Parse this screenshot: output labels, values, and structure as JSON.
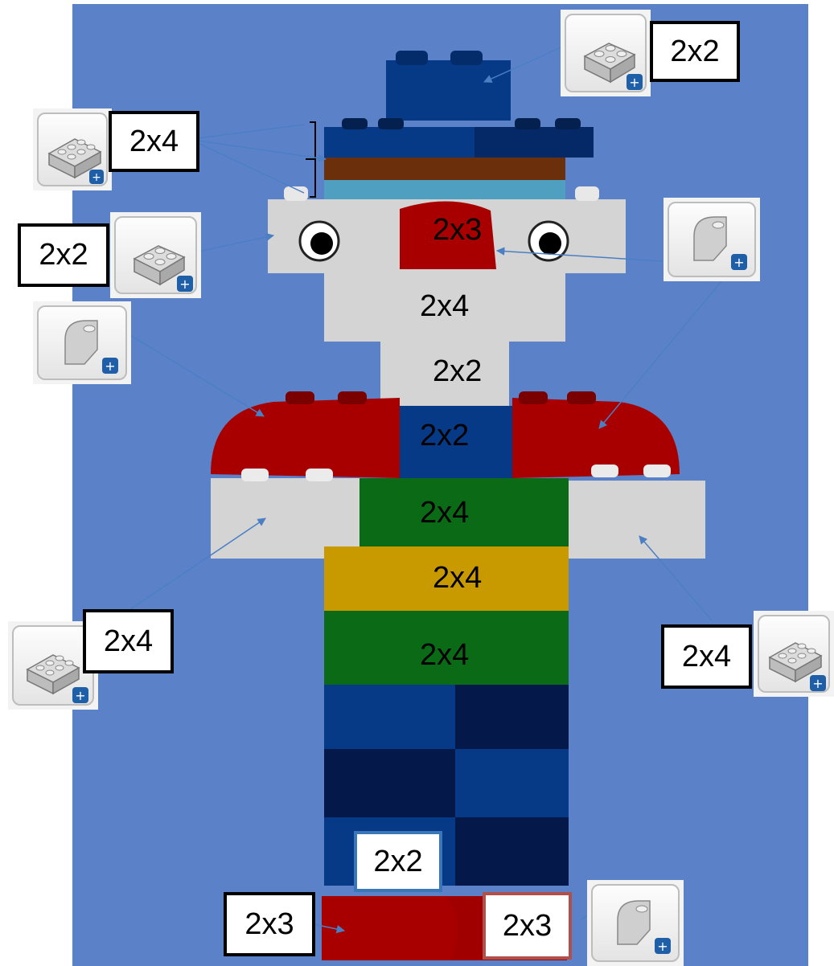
{
  "labels": {
    "hat_top": "2x2",
    "hat_stack": "2x4",
    "left_ear": "2x2",
    "nose": "2x3",
    "face": "2x4",
    "neck": "2x2",
    "chest": "2x2",
    "green_band_1": "2x4",
    "yellow_band": "2x4",
    "green_band_2": "2x4",
    "left_hand": "2x4",
    "right_hand": "2x4",
    "leg_base": "2x2",
    "left_foot": "2x3",
    "right_foot": "2x3"
  },
  "icons": {
    "brick_2x2": "lego-brick-icon",
    "brick_2x4": "lego-brick-icon",
    "curved_slope": "lego-curved-slope-icon"
  },
  "colors": {
    "background": "#5b82c9",
    "white_brick": "#d4d4d4",
    "red_brick": "#a80000",
    "blue_brick": "#073a86",
    "dark_blue_brick": "#04184a",
    "green_brick": "#0a6a16",
    "yellow_brick": "#c99a00",
    "brown_brick": "#6b2f0c",
    "light_blue_brick": "#4f9fc0",
    "arrow": "#4b7fc4",
    "outline_blue": "#3a76b8",
    "outline_red": "#b0504a"
  }
}
